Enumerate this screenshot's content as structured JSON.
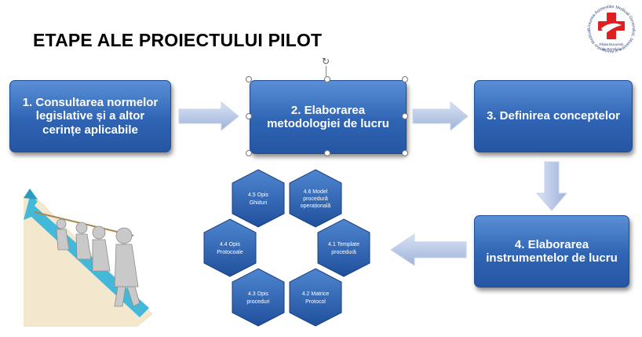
{
  "title": "ETAPE ALE PROIECTULUI PILOT",
  "steps": [
    {
      "label": "1. Consultarea normelor legislative și a altor cerințe aplicabile"
    },
    {
      "label": "2. Elaborarea metodologiei de lucru"
    },
    {
      "label": "3. Definirea conceptelor"
    },
    {
      "label": "4. Elaborarea instrumentelor de lucru"
    }
  ],
  "hexagons": [
    {
      "lines": [
        "4.5  Opis",
        "Ghiduri"
      ]
    },
    {
      "lines": [
        "4.6 Model",
        "procedură",
        "operațională"
      ]
    },
    {
      "lines": [
        "4.4  Opis",
        "Protocoale"
      ]
    },
    {
      "lines": [
        "4.1 Template",
        "procedură"
      ]
    },
    {
      "lines": [
        "4.3 Opis",
        "proceduri"
      ]
    },
    {
      "lines": [
        "4.2 Matrice",
        "Protocol"
      ]
    }
  ],
  "colors": {
    "box_blue": "#2f64b4",
    "arrow": "#aebfe0",
    "hex_blue": "#2a5aa8",
    "logo_red": "#e02020"
  },
  "logo": {
    "text": "Uniunea Asistentilor Medicali Generalisti, Moasalor si Asistentilor Medicali Filiala Bucuresti din Romania"
  },
  "illustration": "people-pulling-rope-icon"
}
